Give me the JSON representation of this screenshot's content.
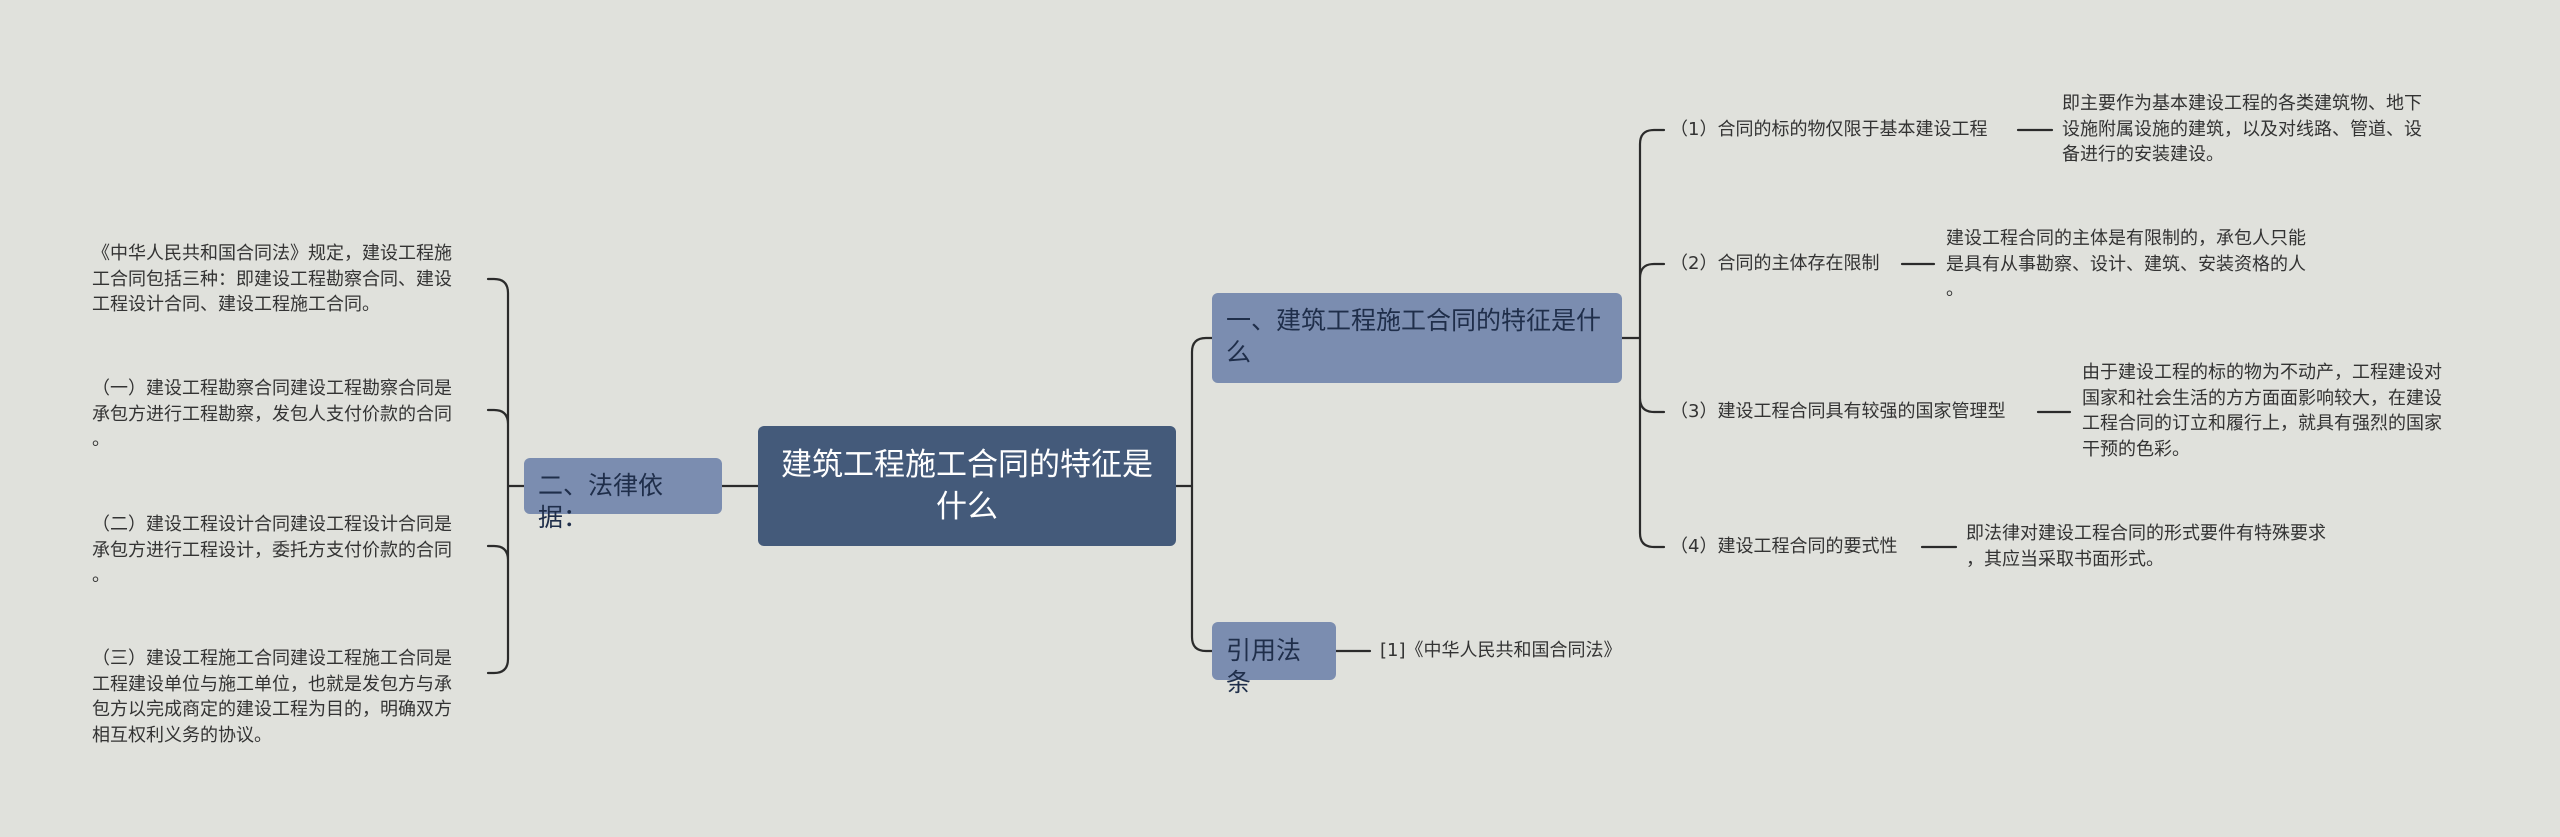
{
  "diagram": {
    "root": "建筑工程施工合同的特征是什么",
    "branch1": {
      "label": "一、建筑工程施工合同的特征是什么",
      "items": [
        {
          "title": "（1）合同的标的物仅限于基本建设工程",
          "detail": [
            "即主要作为基本建设工程的各类建筑物、地下",
            "设施附属设施的建筑，以及对线路、管道、设",
            "备进行的安装建设。"
          ]
        },
        {
          "title": "（2）合同的主体存在限制",
          "detail": [
            "建设工程合同的主体是有限制的，承包人只能",
            "是具有从事勘察、设计、建筑、安装资格的人",
            "。"
          ]
        },
        {
          "title": "（3）建设工程合同具有较强的国家管理型",
          "detail": [
            "由于建设工程的标的物为不动产，工程建设对",
            "国家和社会生活的方方面面影响较大，在建设",
            "工程合同的订立和履行上，就具有强烈的国家",
            "干预的色彩。"
          ]
        },
        {
          "title": "（4）建设工程合同的要式性",
          "detail": [
            "即法律对建设工程合同的形式要件有特殊要求",
            "，其应当采取书面形式。"
          ]
        }
      ]
    },
    "branch2": {
      "label": "二、法律依据：",
      "items": [
        [
          "《中华人民共和国合同法》规定，建设工程施",
          "工合同包括三种：即建设工程勘察合同、建设",
          "工程设计合同、建设工程施工合同。"
        ],
        [
          "（一）建设工程勘察合同建设工程勘察合同是",
          "承包方进行工程勘察，发包人支付价款的合同",
          "。"
        ],
        [
          "（二）建设工程设计合同建设工程设计合同是",
          "承包方进行工程设计，委托方支付价款的合同",
          "。"
        ],
        [
          "（三）建设工程施工合同建设工程施工合同是",
          "工程建设单位与施工单位，也就是发包方与承",
          "包方以完成商定的建设工程为目的，明确双方",
          "相互权利义务的协议。"
        ]
      ]
    },
    "branch3": {
      "label": "引用法条",
      "items": [
        "[1]《中华人民共和国合同法》"
      ]
    },
    "colors": {
      "background": "#e0e1dc",
      "root_fill": "#445a7a",
      "branch_fill": "#7b8db0",
      "link": "#2b2b2b",
      "text": "#333333"
    }
  }
}
